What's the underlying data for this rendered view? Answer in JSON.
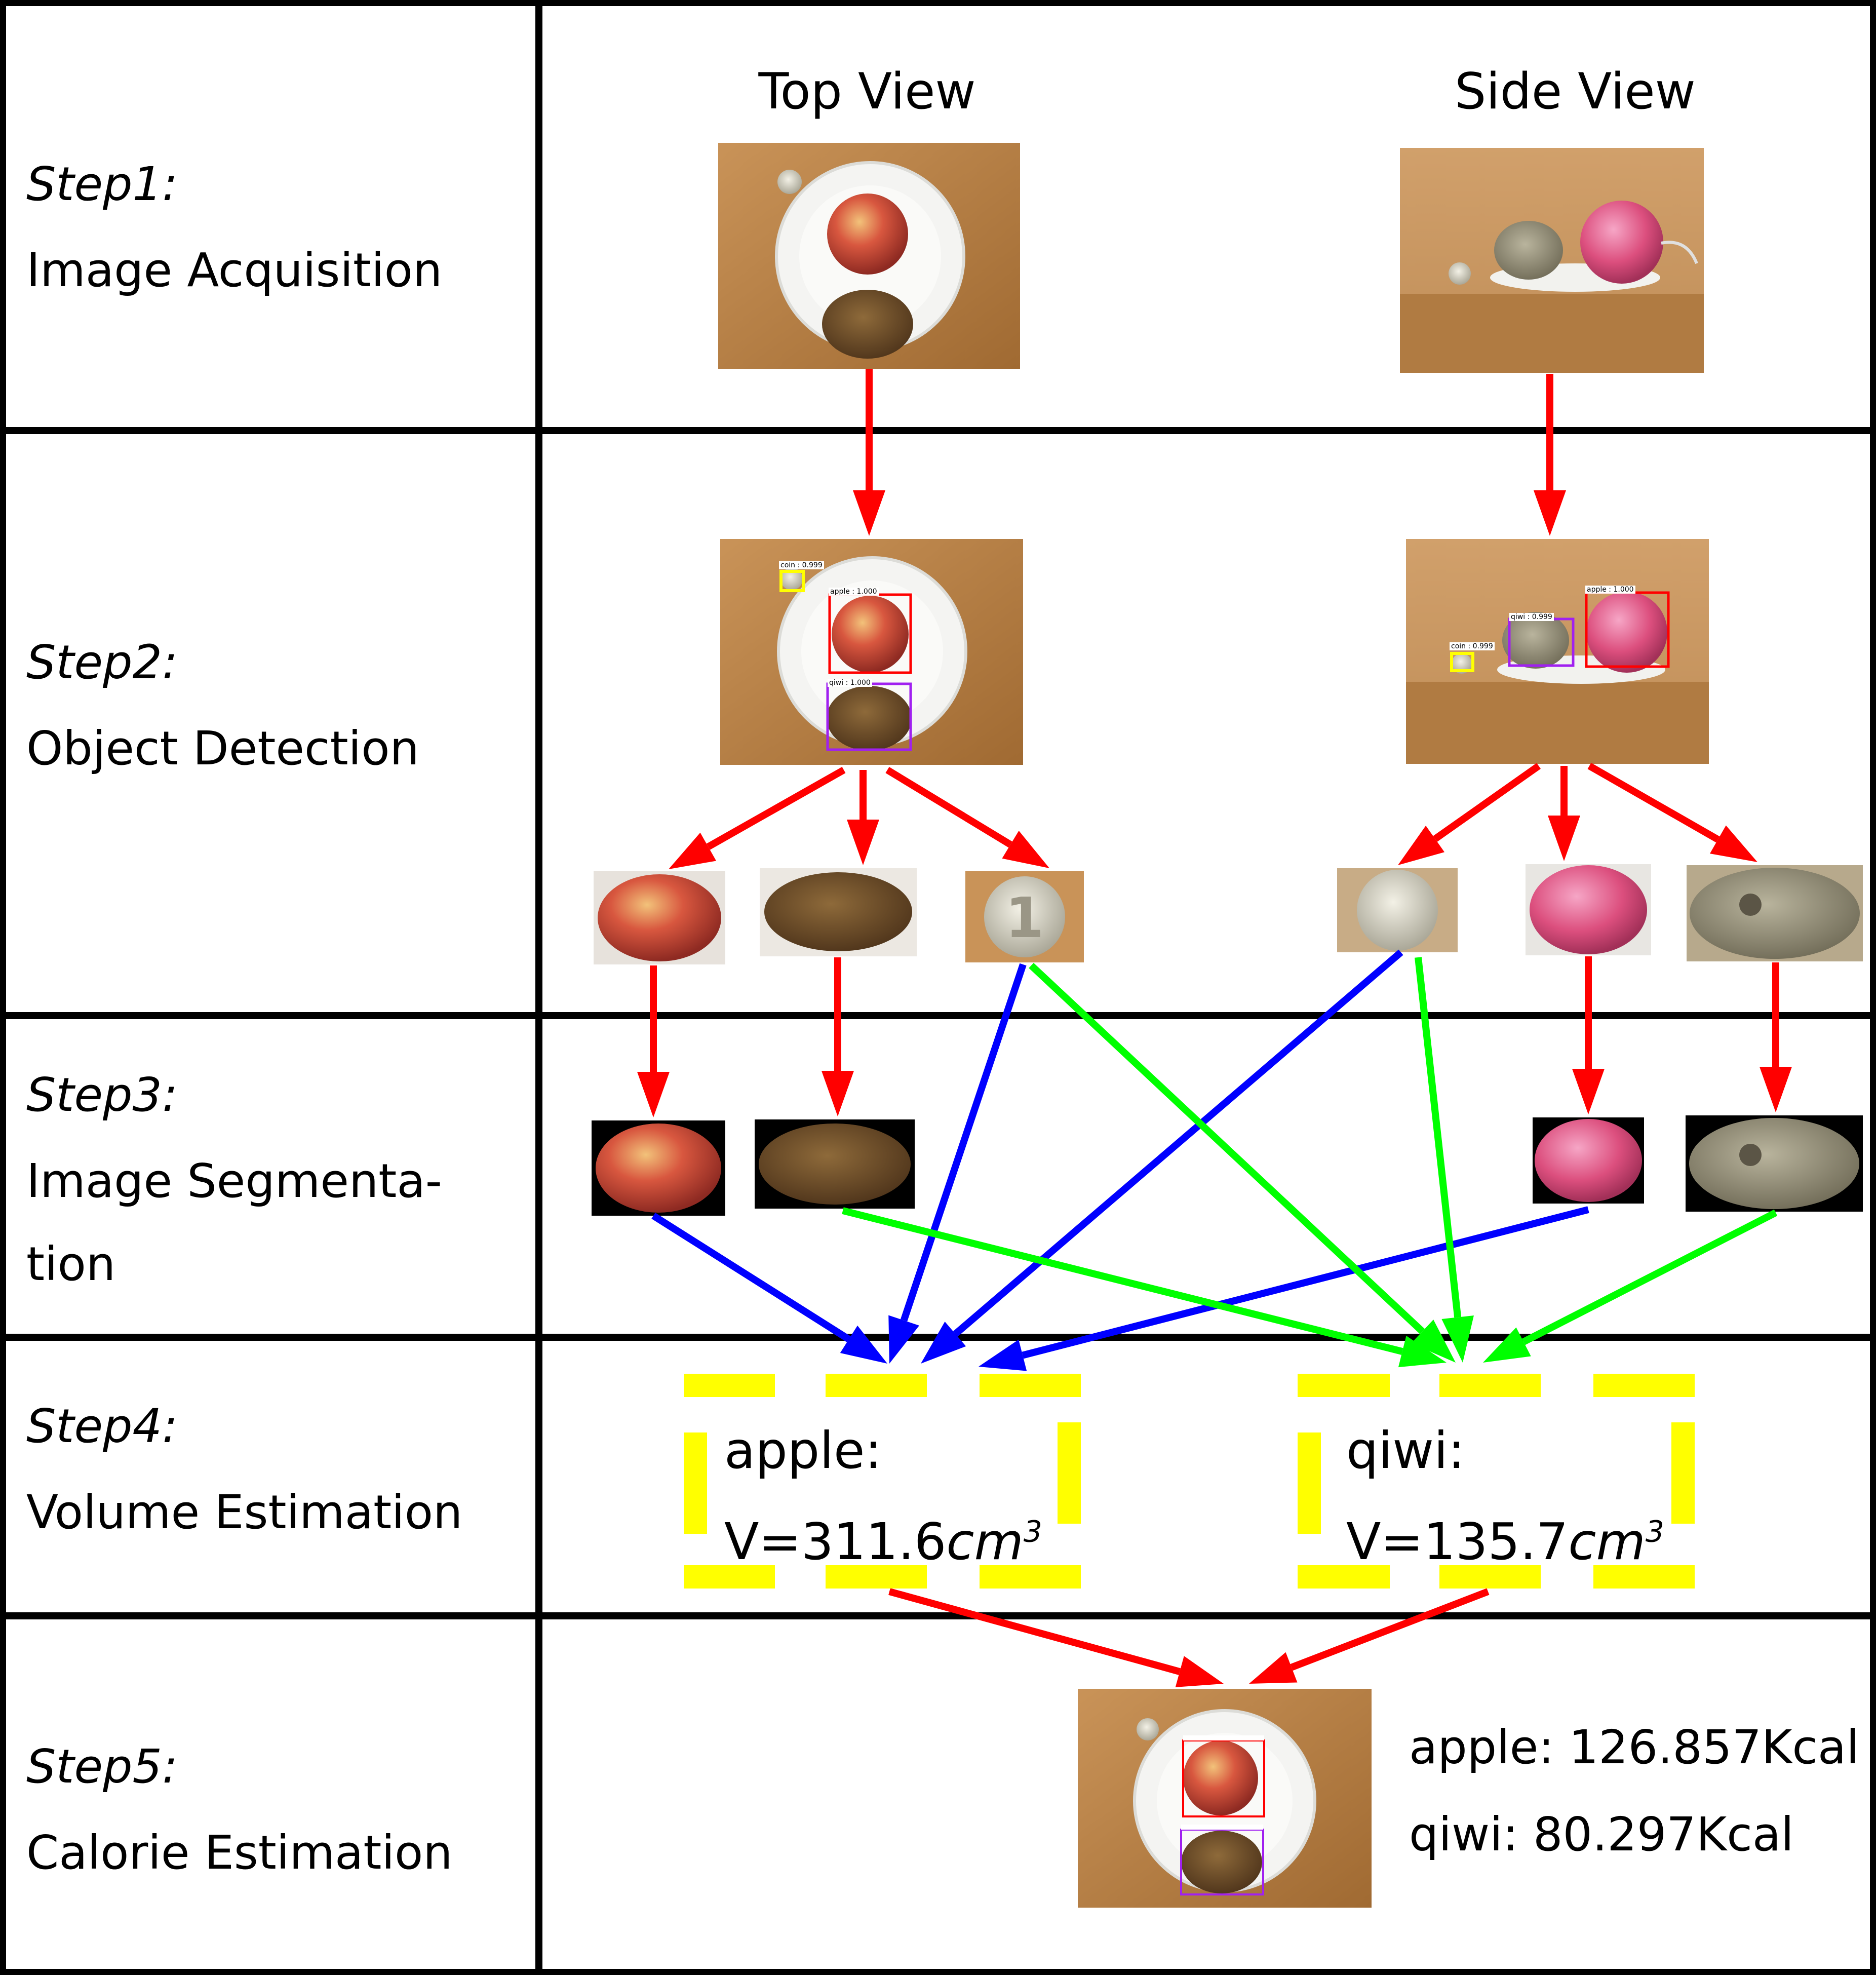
{
  "steps": [
    {
      "name": "Step1:",
      "desc": [
        "Image Acquisition"
      ]
    },
    {
      "name": "Step2:",
      "desc": [
        "Object Detection"
      ]
    },
    {
      "name": "Step3:",
      "desc": [
        "Image Segmenta-",
        "tion"
      ]
    },
    {
      "name": "Step4:",
      "desc": [
        "Volume Estimation"
      ]
    },
    {
      "name": "Step5:",
      "desc": [
        "Calorie Estimation"
      ]
    }
  ],
  "views": {
    "top": "Top View",
    "side": "Side View"
  },
  "detections": {
    "top": {
      "coin": "coin : 0.999",
      "apple": "apple : 1.000",
      "qiwi": "qiwi : 1.000"
    },
    "side": {
      "coin": "coin : 0.999",
      "qiwi": "qiwi : 0.999",
      "apple": "apple : 1.000"
    }
  },
  "volumes": {
    "apple": {
      "label": "apple:",
      "prefix": "V=311.6",
      "unit": "cm",
      "exp": "3"
    },
    "qiwi": {
      "label": "qiwi:",
      "prefix": "V=135.7",
      "unit": "cm",
      "exp": "3"
    }
  },
  "calories": {
    "apple": "apple: 126.857Kcal",
    "qiwi": "qiwi: 80.297Kcal"
  },
  "colors": {
    "grid": "#000000",
    "red_arrow": "#ff0000",
    "blue_arrow": "#0000ff",
    "green_arrow": "#00ff00",
    "dashed_box": "#ffff00",
    "wood": "#b27a3a",
    "apple": "#c8433a",
    "qiwi": "#6b4a25"
  }
}
